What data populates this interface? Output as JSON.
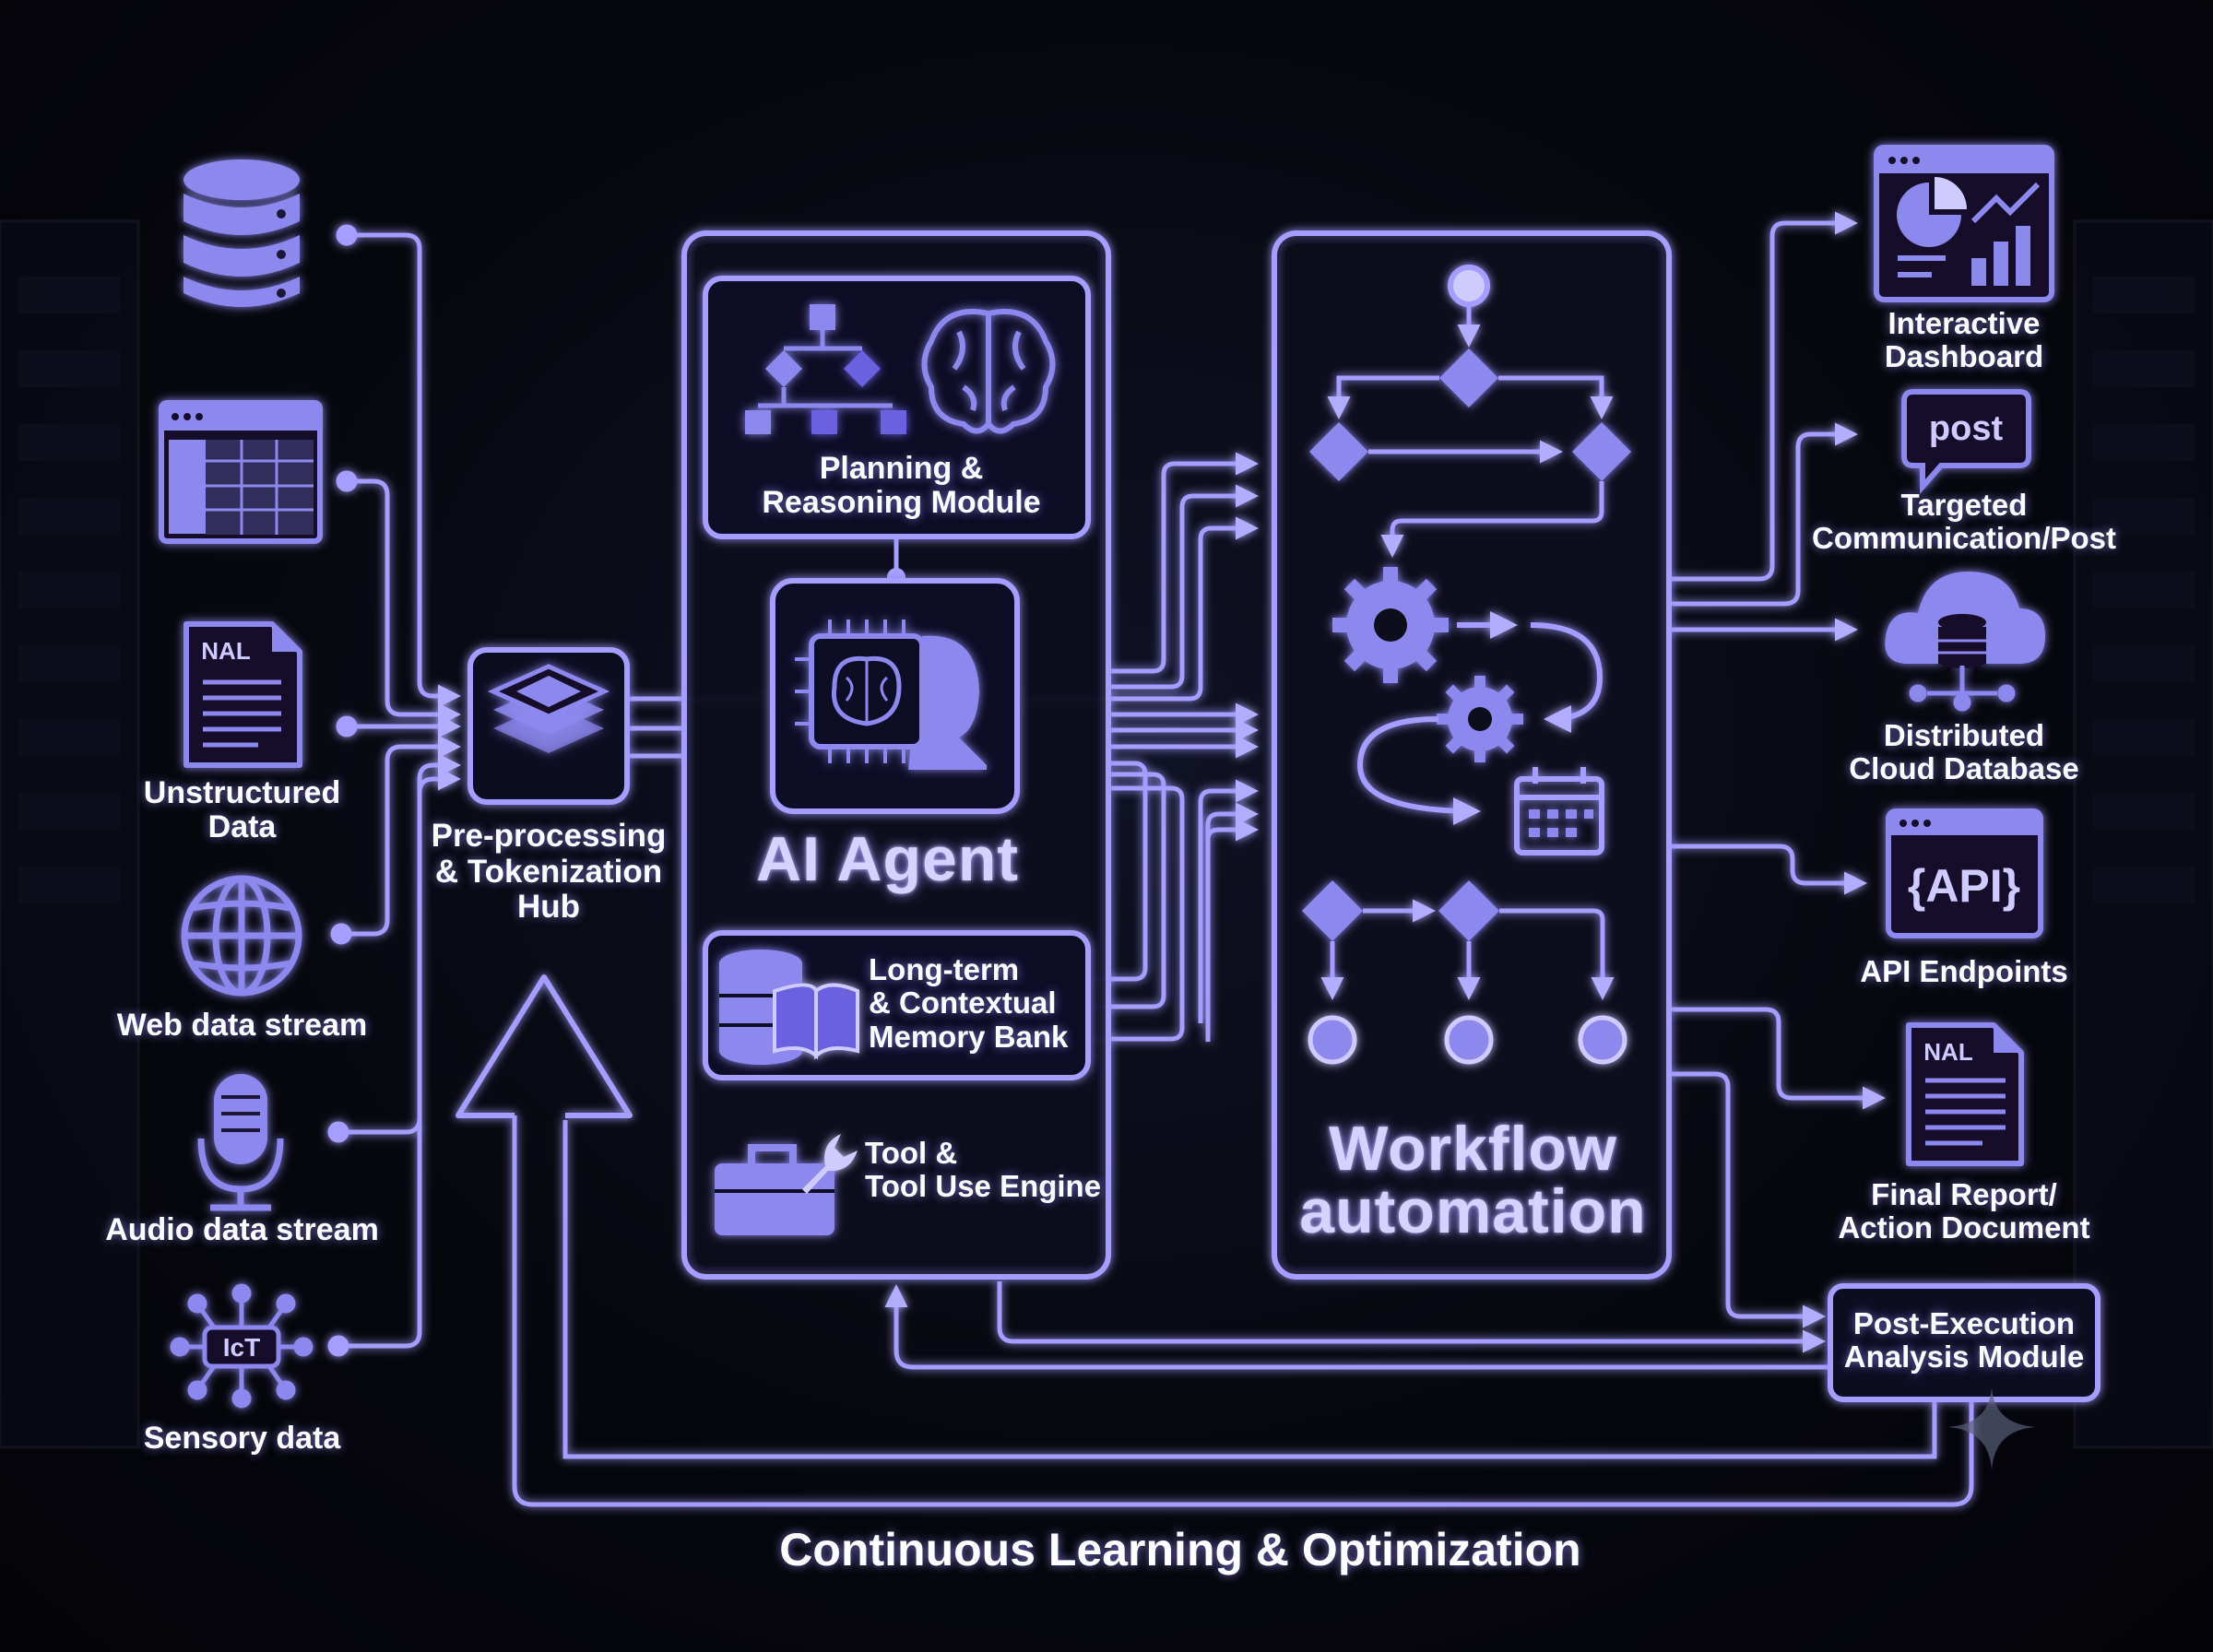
{
  "colors": {
    "accent": "#8f86ff",
    "fill": "#8d88ee",
    "line": "#a59dff",
    "background": "#06070d",
    "text": "#ffffff"
  },
  "inputs": {
    "database": {
      "icon": "database-icon"
    },
    "spreadsheet": {
      "icon": "spreadsheet-icon"
    },
    "unstructured": {
      "icon": "document-icon",
      "doc_tag": "NAL",
      "label": "Unstructured\nData"
    },
    "web": {
      "icon": "globe-icon",
      "label": "Web data stream"
    },
    "audio": {
      "icon": "microphone-icon",
      "label": "Audio data stream"
    },
    "sensory": {
      "icon": "iot-icon",
      "iot_text": "IcT",
      "label": "Sensory data"
    }
  },
  "preprocessing": {
    "icon": "layers-chip-icon",
    "label": "Pre-processing\n& Tokenization\nHub"
  },
  "agent": {
    "title": "AI Agent",
    "planning": {
      "label": "Planning &\nReasoning Module"
    },
    "memory": {
      "label": "Long-term\n& Contextual\nMemory Bank"
    },
    "tools": {
      "label": "Tool &\nTool Use Engine"
    }
  },
  "workflow": {
    "title": "Workflow\nautomation"
  },
  "outputs": {
    "dashboard": {
      "icon": "dashboard-icon",
      "label": "Interactive\nDashboard"
    },
    "post": {
      "icon": "speech-bubble-icon",
      "bubble_text": "post",
      "label": "Targeted\nCommunication/Post"
    },
    "cloud": {
      "icon": "cloud-database-icon",
      "label": "Distributed\nCloud Database"
    },
    "api": {
      "icon": "api-window-icon",
      "api_text": "{API}",
      "label": "API Endpoints"
    },
    "report": {
      "icon": "report-document-icon",
      "doc_tag": "NAL",
      "label": "Final Report/\nAction Document"
    }
  },
  "analysis": {
    "label": "Post-Execution\nAnalysis Module"
  },
  "footer": {
    "label": "Continuous Learning & Optimization"
  }
}
